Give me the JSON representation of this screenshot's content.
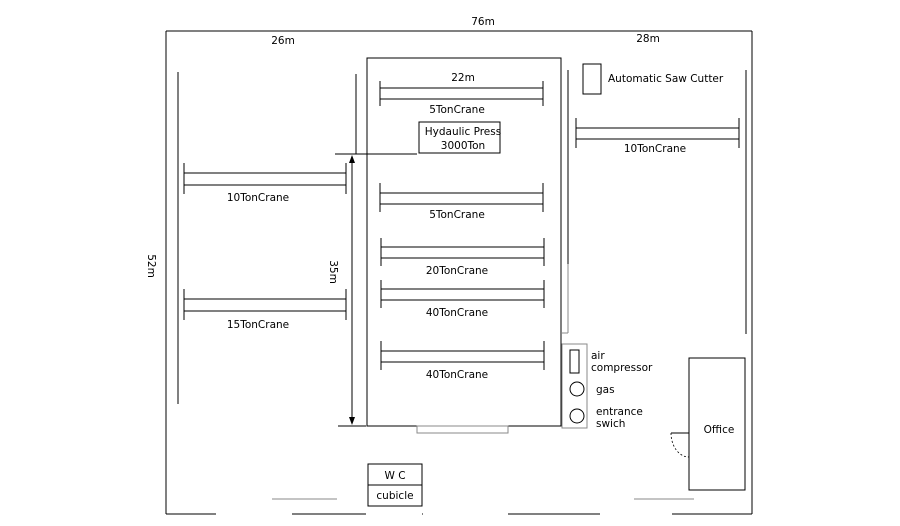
{
  "dimensions": {
    "total_width": "76m",
    "left_width": "26m",
    "right_width": "28m",
    "total_height": "52m",
    "center_bay_width": "22m",
    "crane_span": "35m"
  },
  "cranes": {
    "center_top": "5TonCrane",
    "center_second": "5TonCrane",
    "center_third": "20TonCrane",
    "center_fourth": "40TonCrane",
    "center_fifth": "40TonCrane",
    "left_upper": "10TonCrane",
    "left_lower": "15TonCrane",
    "right": "10TonCrane"
  },
  "equipment": {
    "press_line1": "Hydaulic Press",
    "press_line2": "3000Ton",
    "saw": "Automatic Saw Cutter",
    "air_line1": "air",
    "air_line2": "compressor",
    "gas": "gas",
    "entrance_line1": "entrance",
    "entrance_line2": "swich"
  },
  "rooms": {
    "office": "Office",
    "wc": "W C",
    "cubicle": "cubicle"
  }
}
